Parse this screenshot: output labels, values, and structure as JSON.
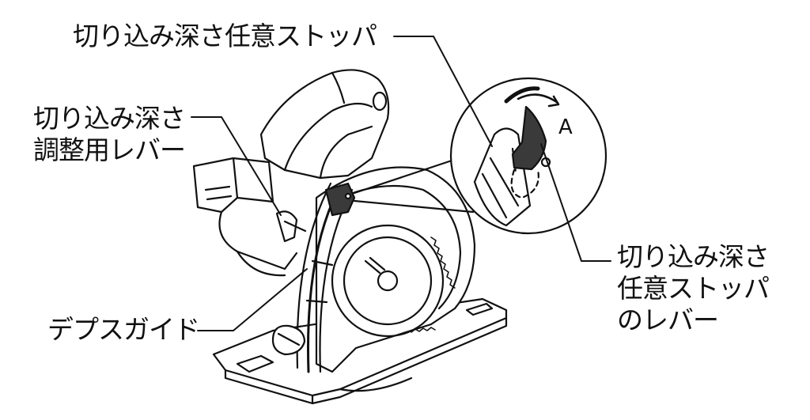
{
  "labels": {
    "depth_stopper": "切り込み深さ任意ストッパ",
    "depth_adjust_lever": {
      "line1": "切り込み深さ",
      "line2": "調整用レバー"
    },
    "depth_guide": "デプスガイド",
    "stopper_lever": {
      "line1": "切り込み深さ",
      "line2": "任意ストッパ",
      "line3": "のレバー"
    },
    "direction_marker": "A"
  },
  "colors": {
    "line": "#111111",
    "lever_fill": "#3a3a3a",
    "background": "#ffffff"
  }
}
